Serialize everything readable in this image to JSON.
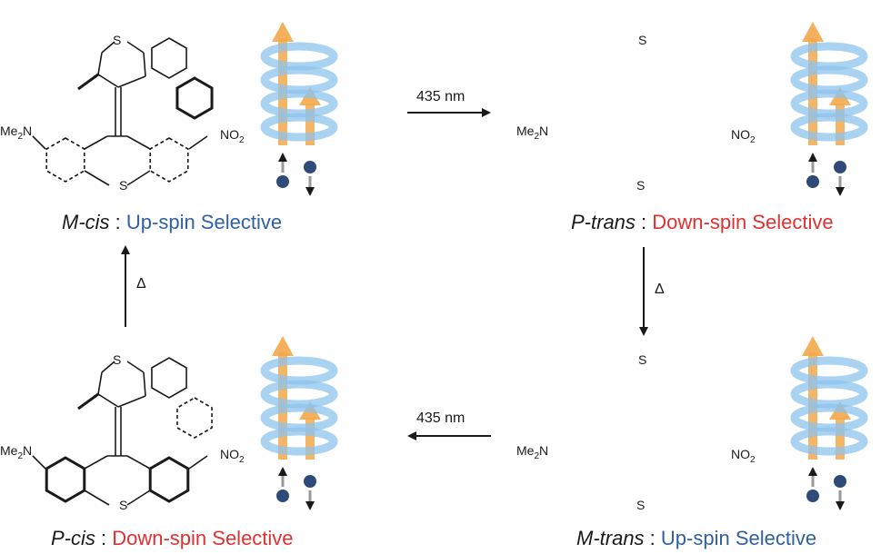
{
  "colors": {
    "up": "#2f5fa8",
    "down": "#e03030",
    "helix": "#8ec3ec",
    "arrow_spin": "#f2a84b",
    "electron": "#2e4a78",
    "bond": "#1a1a1a"
  },
  "atoms": {
    "sulfur": "S",
    "dimethylamino": "Me2N",
    "nitro": "NO2"
  },
  "arrows": {
    "top": "435 nm",
    "bottom": "435 nm",
    "right": "Δ",
    "left": "Δ"
  },
  "states": [
    {
      "id": "m-cis",
      "isomer": "M-cis",
      "selectivity": "Up-spin Selective",
      "spin": "up"
    },
    {
      "id": "p-trans",
      "isomer": "P-trans",
      "selectivity": "Down-spin Selective",
      "spin": "down"
    },
    {
      "id": "m-trans",
      "isomer": "M-trans",
      "selectivity": "Up-spin Selective",
      "spin": "up"
    },
    {
      "id": "p-cis",
      "isomer": "P-cis",
      "selectivity": "Down-spin Selective",
      "spin": "down"
    }
  ]
}
